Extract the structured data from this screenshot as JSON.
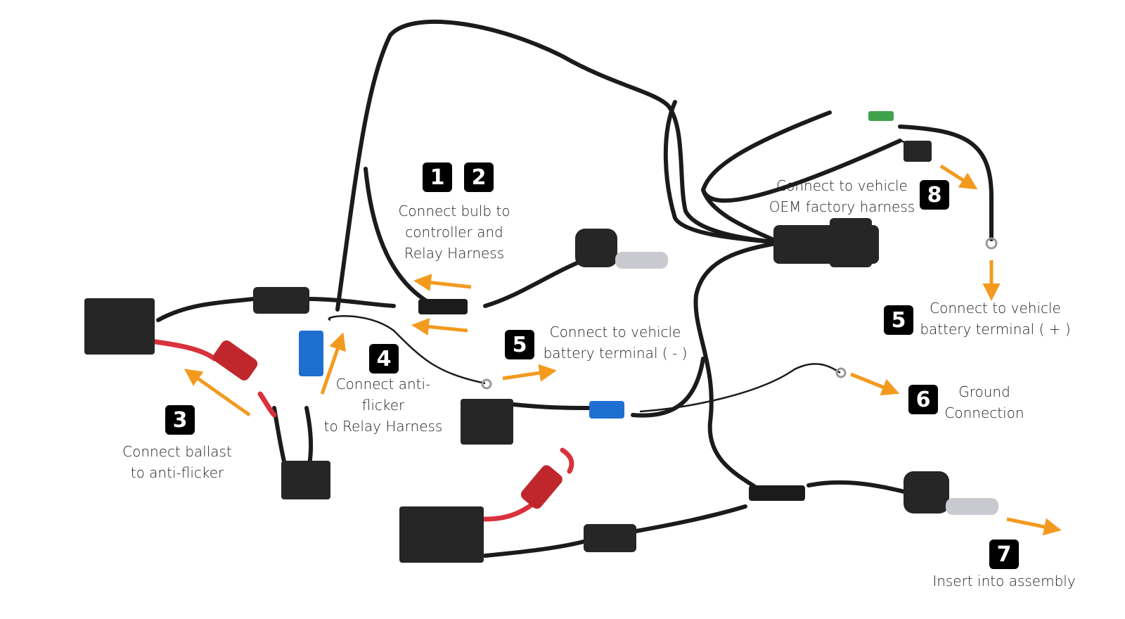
{
  "steps": [
    {
      "id": "1",
      "lines": []
    },
    {
      "id": "2",
      "lines": [
        "Connect bulb to",
        "controller and",
        "Relay Harness"
      ]
    },
    {
      "id": "3",
      "lines": [
        "Connect ballast",
        "to anti-flicker"
      ]
    },
    {
      "id": "4",
      "lines": [
        "Connect anti-",
        "flicker",
        "to Relay Harness"
      ]
    },
    {
      "id": "5",
      "lines": [
        "Connect to vehicle",
        "battery terminal ( - )"
      ]
    },
    {
      "id": "5",
      "lines": [
        "Connect to vehicle",
        "battery terminal ( + )"
      ]
    },
    {
      "id": "6",
      "lines": [
        "Ground",
        "Connection"
      ]
    },
    {
      "id": "7",
      "lines": [
        "Insert into assembly"
      ]
    },
    {
      "id": "8",
      "lines": [
        "Connect to vehicle",
        "OEM factory harness"
      ]
    }
  ],
  "colors": {
    "arrow": "#f39a1e",
    "wire": "#1b1b1b",
    "red_wire": "#d8323c",
    "blue_connector": "#1e6fd0",
    "badge": "#000000",
    "component": "#262626"
  }
}
